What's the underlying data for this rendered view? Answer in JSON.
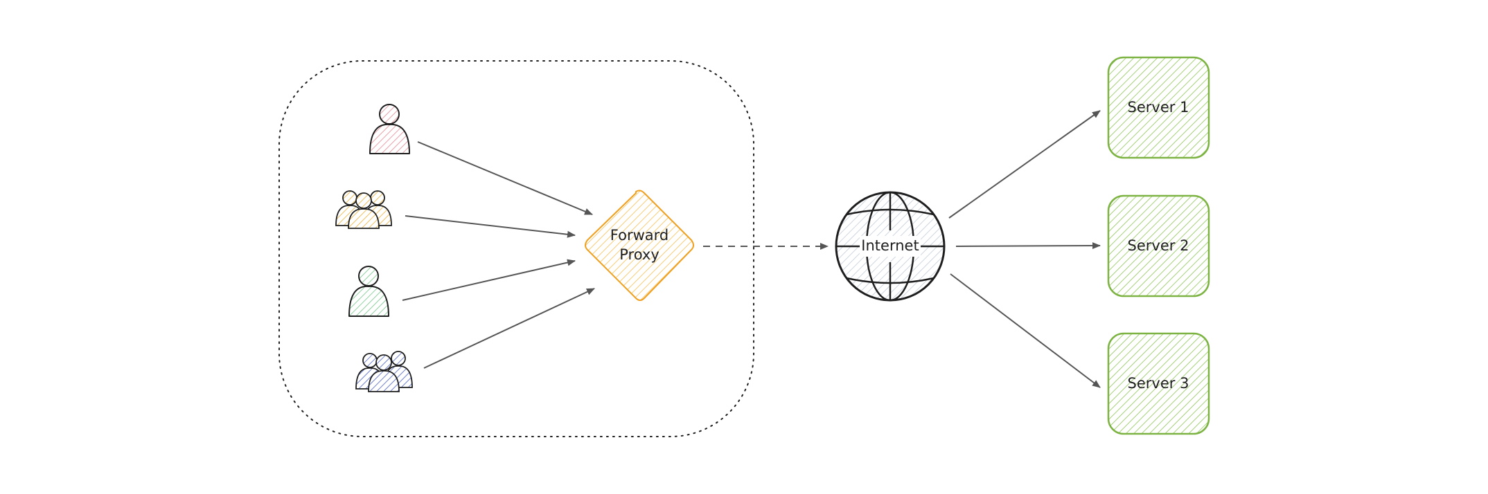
{
  "diagram": {
    "proxy": {
      "label_line1": "Forward",
      "label_line2": "Proxy"
    },
    "internet": {
      "label": "Internet"
    },
    "servers": [
      {
        "label": "Server 1"
      },
      {
        "label": "Server 2"
      },
      {
        "label": "Server 3"
      }
    ],
    "clients": [
      {
        "icon": "single-user-icon",
        "color": "#e8a0a8"
      },
      {
        "icon": "user-group-icon",
        "color": "#f0c060"
      },
      {
        "icon": "single-user-icon",
        "color": "#90d0a0"
      },
      {
        "icon": "user-group-icon",
        "color": "#7080d0"
      }
    ],
    "colors": {
      "proxy_stroke": "#f0a020",
      "proxy_fill": "#fbd88c",
      "server_stroke": "#7cb342",
      "server_fill": "#c5e1a5",
      "stroke": "#1e1e1e",
      "arrow": "#555555"
    }
  }
}
